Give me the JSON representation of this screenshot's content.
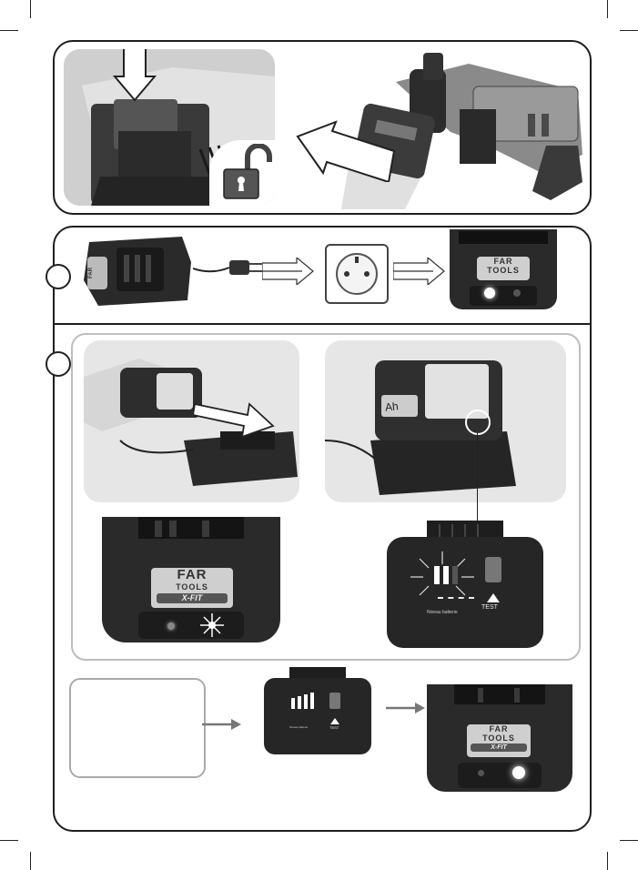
{
  "brand": {
    "logo_line1": "FAR",
    "logo_line2": "TOOLS",
    "system_badge": "X-FIT"
  },
  "battery": {
    "indicator_caption": "Niveau batterie",
    "test_label": "TEST",
    "capacity_label": "Ah"
  },
  "steps": [
    {
      "number": ""
    },
    {
      "number": ""
    }
  ],
  "colors": {
    "outline": "#1e1e1e",
    "photo_background": "#e6e6e6",
    "panel_border_light": "#bdbdbd",
    "device_dark": "#2a2a2a",
    "led_glow": "#ffffff"
  }
}
